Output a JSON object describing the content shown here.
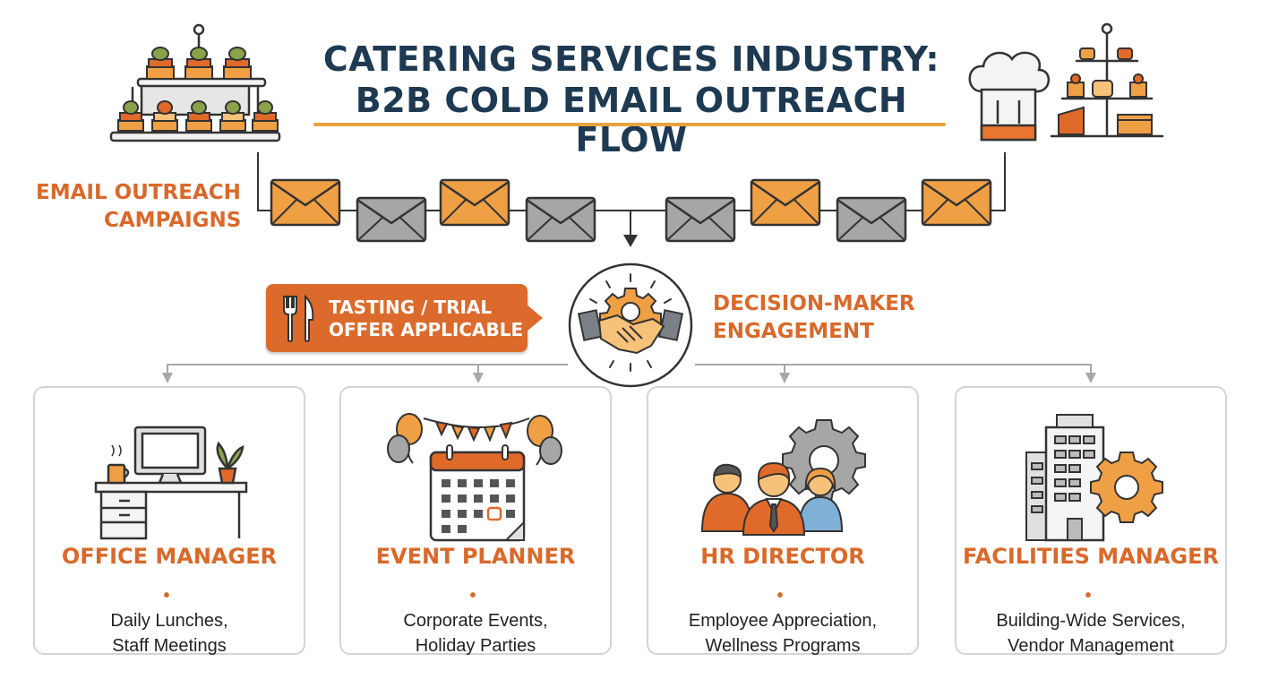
{
  "title": {
    "line1": "CATERING SERVICES INDUSTRY:",
    "line2": "B2B COLD EMAIL OUTREACH FLOW"
  },
  "email_campaigns": {
    "label_line1": "EMAIL OUTREACH",
    "label_line2": "CAMPAIGNS",
    "envelopes": [
      "orange",
      "gray",
      "orange",
      "gray",
      "gray",
      "orange",
      "gray",
      "orange"
    ]
  },
  "offer_tag": {
    "line1": "TASTING / TRIAL",
    "line2": "OFFER APPLICABLE",
    "icon": "fork-knife-icon"
  },
  "hub": {
    "label_line1": "DECISION-MAKER",
    "label_line2": "ENGAGEMENT",
    "icon": "handshake-gear-icon"
  },
  "personas": [
    {
      "title": "OFFICE MANAGER",
      "line1": "Daily Lunches,",
      "line2": "Staff Meetings",
      "icon": "office-desk-icon"
    },
    {
      "title": "EVENT PLANNER",
      "line1": "Corporate Events,",
      "line2": "Holiday Parties",
      "icon": "calendar-balloons-icon"
    },
    {
      "title": "HR DIRECTOR",
      "line1": "Employee Appreciation,",
      "line2": "Wellness Programs",
      "icon": "team-gear-icon"
    },
    {
      "title": "FACILITIES MANAGER",
      "line1": "Building-Wide Services,",
      "line2": "Vendor Management",
      "icon": "building-gear-icon"
    }
  ],
  "colors": {
    "navy": "#1e3a52",
    "orange": "#d9692a",
    "envelope_orange": "#f0a044",
    "envelope_gray": "#a6a6a6",
    "rule": "#e8a33c",
    "outline": "#333333"
  }
}
